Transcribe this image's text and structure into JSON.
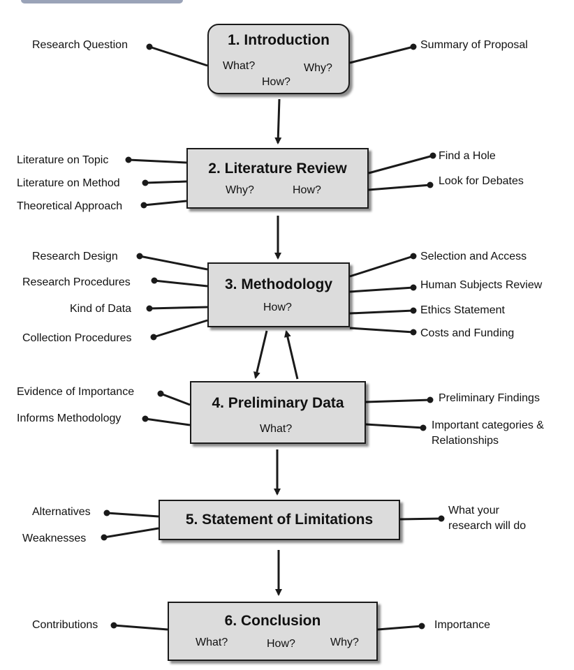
{
  "sections": [
    {
      "id": "introduction",
      "title": "1. Introduction",
      "questions": [
        "What?",
        "Why?",
        "How?"
      ],
      "left": [
        "Research Question"
      ],
      "right": [
        "Summary of Proposal"
      ]
    },
    {
      "id": "literature-review",
      "title": "2. Literature Review",
      "questions": [
        "Why?",
        "How?"
      ],
      "left": [
        "Literature on Topic",
        "Literature on Method",
        "Theoretical Approach"
      ],
      "right": [
        "Find a Hole",
        "Look for Debates"
      ]
    },
    {
      "id": "methodology",
      "title": "3. Methodology",
      "questions": [
        "How?"
      ],
      "left": [
        "Research Design",
        "Research Procedures",
        "Kind of Data",
        "Collection Procedures"
      ],
      "right": [
        "Selection and Access",
        "Human Subjects Review",
        "Ethics Statement",
        "Costs and Funding"
      ]
    },
    {
      "id": "preliminary-data",
      "title": "4. Preliminary Data",
      "questions": [
        "What?"
      ],
      "left": [
        "Evidence of Importance",
        "Informs Methodology"
      ],
      "right": [
        "Preliminary Findings",
        "Important categories &",
        "Relationships"
      ]
    },
    {
      "id": "limitations",
      "title": "5. Statement of Limitations",
      "questions": [],
      "left": [
        "Alternatives",
        "Weaknesses"
      ],
      "right": [
        "What your",
        "research will do"
      ]
    },
    {
      "id": "conclusion",
      "title": "6. Conclusion",
      "questions": [
        "What?",
        "How?",
        "Why?"
      ],
      "left": [
        "Contributions"
      ],
      "right": [
        "Importance"
      ]
    }
  ],
  "colors": {
    "box_fill": "#dcdcdc",
    "line": "#1a1a1a",
    "text": "#111111"
  }
}
